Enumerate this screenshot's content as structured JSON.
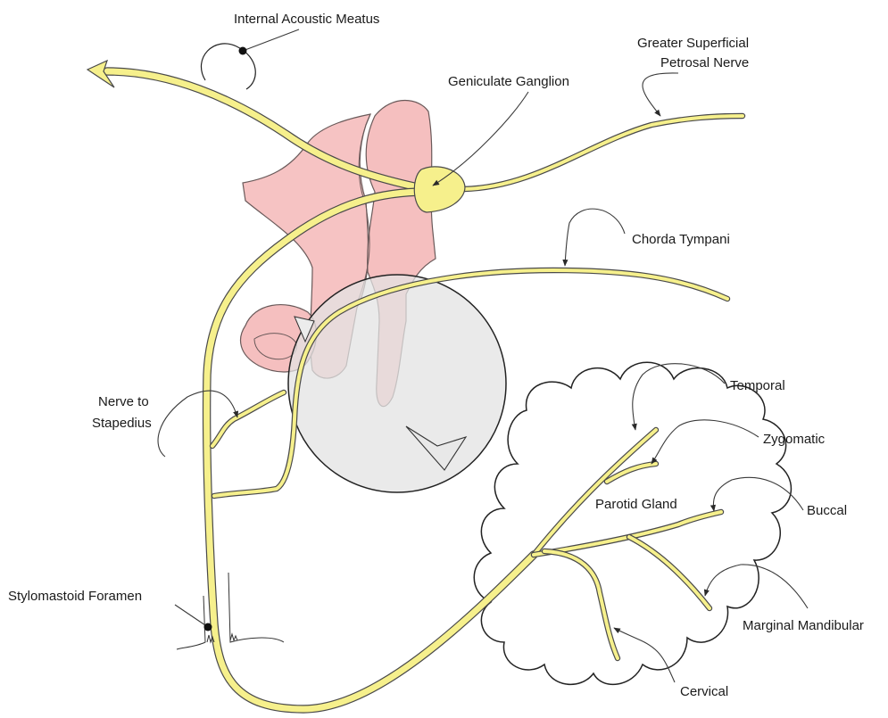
{
  "colors": {
    "nerve": "#f6f08c",
    "nerve_outline": "#4a4a4a",
    "bone_pink": "#f4b8b8",
    "bone_outline": "#6a5a5a",
    "middle_ear_circle": "#e6e6e6",
    "parotid_fill": "#ffffff",
    "ink": "#1a1a1a"
  },
  "labels": {
    "internal_acoustic_meatus": "Internal Acoustic Meatus",
    "greater_superficial_petrosal_line1": "Greater Superficial",
    "greater_superficial_petrosal_line2": "Petrosal Nerve",
    "geniculate_ganglion": "Geniculate Ganglion",
    "chorda_tympani": "Chorda Tympani",
    "nerve_to_stapedius_line1": "Nerve to",
    "nerve_to_stapedius_line2": "Stapedius",
    "stylomastoid_foramen": "Stylomastoid Foramen",
    "parotid_gland": "Parotid Gland",
    "temporal": "Temporal",
    "zygomatic": "Zygomatic",
    "buccal": "Buccal",
    "marginal_mandibular": "Marginal Mandibular",
    "cervical": "Cervical"
  },
  "icons": {
    "pointer_dot": "pointer-dot-icon",
    "arrowhead": "arrowhead-icon"
  }
}
